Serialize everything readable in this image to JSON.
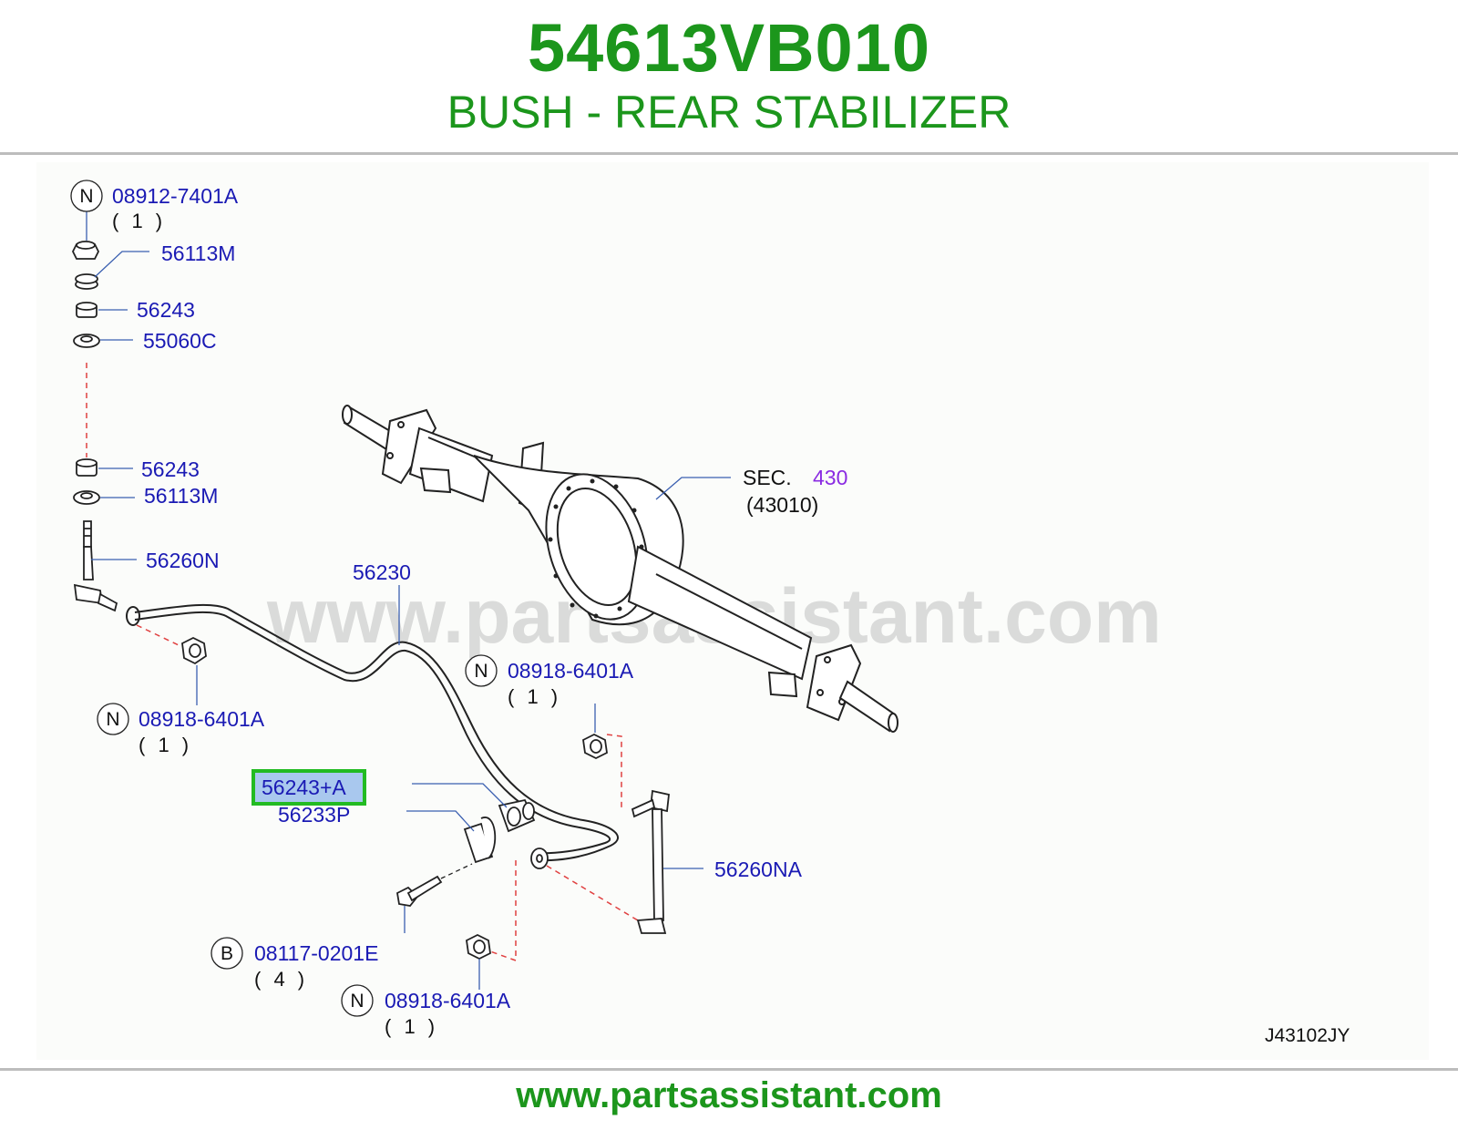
{
  "header": {
    "part_number": "54613VB010",
    "part_name": "BUSH - REAR STABILIZER"
  },
  "diagram": {
    "watermark": "www.partsassistant.com",
    "code": "J43102JY",
    "highlighted_callout": "56243+A",
    "highlight_color": "#22bb22",
    "callouts": {
      "top_nut": "08912-7401A",
      "top_nut_qty": "( 1 )",
      "bush_56113m_top": "56113M",
      "bush_56243_top": "56243",
      "washer_55060c": "55060C",
      "bush_56243_mid": "56243",
      "bush_56113m_mid": "56113M",
      "rod_56260n": "56260N",
      "bar_56230": "56230",
      "nut_left": "08918-6401A",
      "nut_left_qty": "( 1 )",
      "nut_right": "08918-6401A",
      "nut_right_qty": "( 1 )",
      "bush_highlight": "56243+A",
      "clamp_56233p": "56233P",
      "rod_56260na": "56260NA",
      "bolt": "08117-0201E",
      "bolt_qty": "( 4 )",
      "nut_bottom": "08918-6401A",
      "nut_bottom_qty": "( 1 )",
      "sec_label": "SEC.",
      "sec_number": "430",
      "sec_sub": "(43010)"
    },
    "badges": {
      "n": "N",
      "b": "B"
    }
  },
  "footer": {
    "url": "www.partsassistant.com"
  },
  "colors": {
    "brand_green": "#1c961c",
    "callout_blue": "#1a1ab4",
    "section_purple": "#8a2be2",
    "leader_blue": "#3a5fb0",
    "dash_red": "#e04040"
  }
}
